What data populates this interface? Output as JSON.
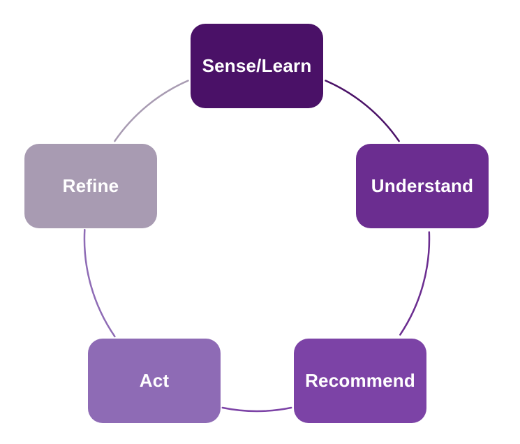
{
  "diagram": {
    "type": "cycle",
    "background_color": "#ffffff",
    "nodes": [
      {
        "id": "sense-learn",
        "label": "Sense/Learn",
        "color": "#4A1167",
        "text_color": "#ffffff"
      },
      {
        "id": "understand",
        "label": "Understand",
        "color": "#6B2D90",
        "text_color": "#ffffff"
      },
      {
        "id": "recommend",
        "label": "Recommend",
        "color": "#7C43A6",
        "text_color": "#ffffff"
      },
      {
        "id": "act",
        "label": "Act",
        "color": "#8E6BB5",
        "text_color": "#ffffff"
      },
      {
        "id": "refine",
        "label": "Refine",
        "color": "#A89BB2",
        "text_color": "#ffffff"
      }
    ],
    "arcs": [
      {
        "from": "sense-learn",
        "to": "understand",
        "color": "#4A1167"
      },
      {
        "from": "understand",
        "to": "recommend",
        "color": "#6B2D90"
      },
      {
        "from": "recommend",
        "to": "act",
        "color": "#7C43A6"
      },
      {
        "from": "act",
        "to": "refine",
        "color": "#8E6BB5"
      },
      {
        "from": "refine",
        "to": "sense-learn",
        "color": "#A89BB2"
      }
    ]
  }
}
